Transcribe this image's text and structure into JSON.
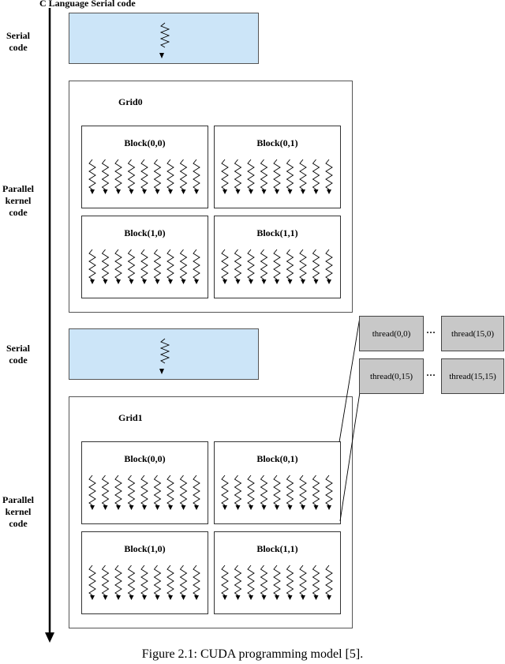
{
  "header": {
    "title": "C Language Serial code"
  },
  "labels": {
    "serial_1": [
      "Serial",
      "code"
    ],
    "parallel_1": [
      "Parallel",
      "kernel",
      "code"
    ],
    "serial_2": [
      "Serial",
      "code"
    ],
    "parallel_2": [
      "Parallel",
      "kernel",
      "code"
    ]
  },
  "grids": [
    {
      "title": "Grid0",
      "blocks": [
        "Block(0,0)",
        "Block(0,1)",
        "Block(1,0)",
        "Block(1,1)"
      ]
    },
    {
      "title": "Grid1",
      "blocks": [
        "Block(0,0)",
        "Block(0,1)",
        "Block(1,0)",
        "Block(1,1)"
      ]
    }
  ],
  "threads": {
    "row1": [
      "thread(0,0)",
      "thread(15,0)"
    ],
    "row2": [
      "thread(0,15)",
      "thread(15,15)"
    ],
    "ellipsis": "···"
  },
  "caption": "Figure 2.1: CUDA programming model [5].",
  "colors": {
    "serial_fill": "#cce5f8",
    "thread_fill": "#c8c8c8"
  }
}
